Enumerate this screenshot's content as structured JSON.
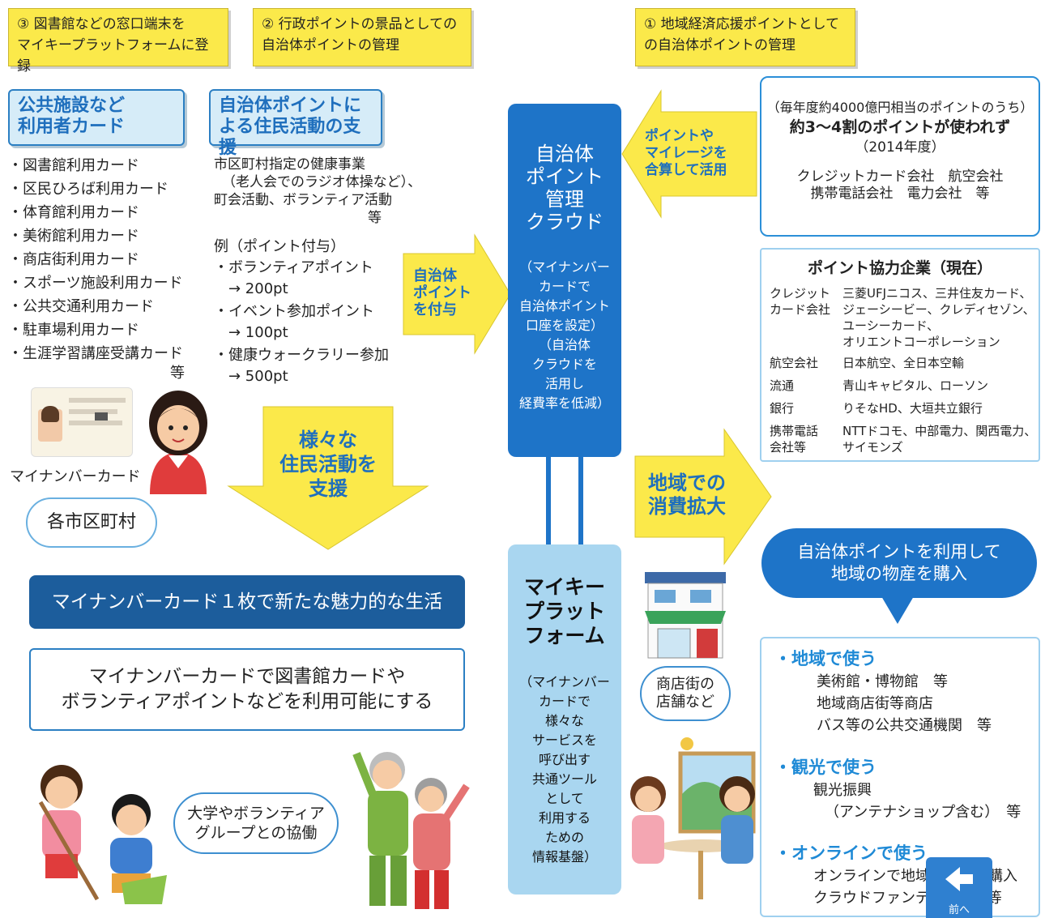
{
  "top_boxes": {
    "b3": {
      "line1": "③ 図書館などの窓口端末を",
      "line2": "マイキープラットフォームに登録"
    },
    "b2": {
      "line1": "② 行政ポイントの景品としての",
      "line2": "自治体ポイントの管理"
    },
    "b1": {
      "line1": "① 地域経済応援ポイントとして",
      "line2": "の自治体ポイントの管理"
    }
  },
  "public_card": {
    "heading1": "公共施設など",
    "heading2": "利用者カード",
    "items": [
      "・図書館利用カード",
      "・区民ひろば利用カード",
      "・体育館利用カード",
      "・美術館利用カード",
      "・商店街利用カード",
      "・スポーツ施設利用カード",
      "・公共交通利用カード",
      "・駐車場利用カード",
      "・生涯学習講座受講カード"
    ],
    "etc": "等",
    "card_caption": "マイナンバーカード",
    "municipality": "各市区町村"
  },
  "jichitai_support": {
    "heading1": "自治体ポイントに",
    "heading2": "よる住民活動の支援",
    "line1": "市区町村指定の健康事業",
    "line2": "（老人会でのラジオ体操など）、",
    "line3": "町会活動、ボランティア活動",
    "etc": "等",
    "example": "例（ポイント付与）",
    "ex1": "・ボランティアポイント",
    "ex1v": "→ 200pt",
    "ex2": "・イベント参加ポイント",
    "ex2v": "→ 100pt",
    "ex3": "・健康ウォークラリー参加",
    "ex3v": "→ 500pt"
  },
  "arrow_down": {
    "l1": "様々な",
    "l2": "住民活動を",
    "l3": "支援"
  },
  "arrow_right_grant": {
    "l1": "自治体",
    "l2": "ポイント",
    "l3": "を付与"
  },
  "arrow_left_merge": {
    "l1": "ポイントや",
    "l2": "マイレージを",
    "l3": "合算して活用"
  },
  "arrow_right_consume": {
    "l1": "地域での",
    "l2": "消費拡大"
  },
  "cloud": {
    "t1": "自治体",
    "t2": "ポイント",
    "t3": "管理",
    "t4": "クラウド",
    "d": [
      "（マイナンバー",
      "カードで",
      "自治体ポイント",
      "口座を設定）",
      "（自治体",
      "クラウドを",
      "活用し",
      "経費率を低減）"
    ]
  },
  "mykey": {
    "t1": "マイキー",
    "t2": "プラット",
    "t3": "フォーム",
    "d": [
      "（マイナンバー",
      "カードで",
      "様々な",
      "サービスを",
      "呼び出す",
      "共通ツール",
      "として",
      "利用する",
      "ための",
      "情報基盤）"
    ]
  },
  "unused": {
    "l1": "（毎年度約4000億円相当のポイントのうち）",
    "l2": "約3～4割のポイントが使われず",
    "l3": "（2014年度）",
    "l4": "クレジットカード会社　航空会社",
    "l5": "携帯電話会社　電力会社　等"
  },
  "partners": {
    "title": "ポイント協力企業（現在）",
    "rows": [
      {
        "k1": "クレジット",
        "k2": "カード会社",
        "v": [
          "三菱UFJニコス、三井住友カード、",
          "ジェーシービー、クレディセゾン、",
          "ユーシーカード、",
          "オリエントコーポレーション"
        ]
      },
      {
        "k1": "航空会社",
        "k2": "",
        "v": [
          "日本航空、全日本空輸"
        ]
      },
      {
        "k1": "流通",
        "k2": "",
        "v": [
          "青山キャピタル、ローソン"
        ]
      },
      {
        "k1": "銀行",
        "k2": "",
        "v": [
          "りそなHD、大垣共立銀行"
        ]
      },
      {
        "k1": "携帯電話",
        "k2": "会社等",
        "v": [
          "NTTドコモ、中部電力、関西電力、",
          "サイモンズ"
        ]
      }
    ]
  },
  "bubble": {
    "l1": "自治体ポイントを利用して",
    "l2": "地域の物産を購入"
  },
  "shop_label": {
    "l1": "商店街の",
    "l2": "店舗など"
  },
  "uses": {
    "local": {
      "h": "・地域で使う",
      "i1": "美術館・博物館　等",
      "i2": "地域商店街等商店",
      "i3": "バス等の公共交通機関　等"
    },
    "tourism": {
      "h": "・観光で使う",
      "i1": "観光振興",
      "i2": "（アンテナショップ含む）　等"
    },
    "online": {
      "h": "・オンラインで使う",
      "i1": "オンラインで地域の物産を購入",
      "i2": "クラウドファンディング　等"
    }
  },
  "banner": "マイナンバーカード１枚で新たな魅力的な生活",
  "statement": {
    "l1": "マイナンバーカードで図書館カードや",
    "l2": "ボランティアポイントなどを利用可能にする"
  },
  "cooperation": {
    "l1": "大学やボランティア",
    "l2": "グループとの協働"
  },
  "nav": {
    "prev": "前へ"
  },
  "colors": {
    "yellow": "#fbe94a",
    "cloud_blue": "#1e74c8",
    "light_blue": "#a9d6f0",
    "dark_navy": "#1c5d9c",
    "accent": "#1f8ad6"
  }
}
